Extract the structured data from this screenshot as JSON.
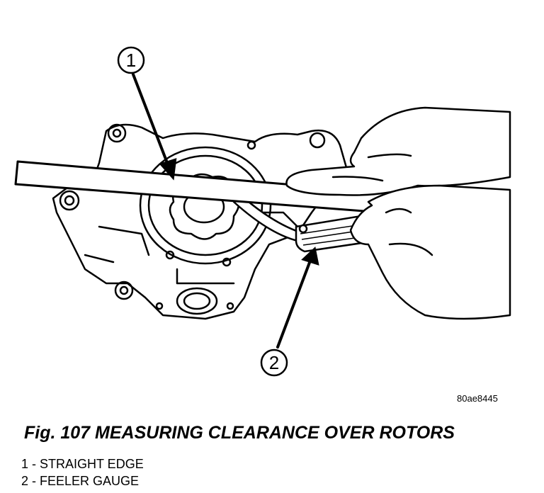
{
  "figure": {
    "reference_code": "80ae8445",
    "caption": "Fig. 107 MEASURING CLEARANCE OVER ROTORS",
    "callouts": [
      "1",
      "2"
    ],
    "legend": [
      "1 - STRAIGHT EDGE",
      "2 - FEELER GAUGE"
    ]
  }
}
